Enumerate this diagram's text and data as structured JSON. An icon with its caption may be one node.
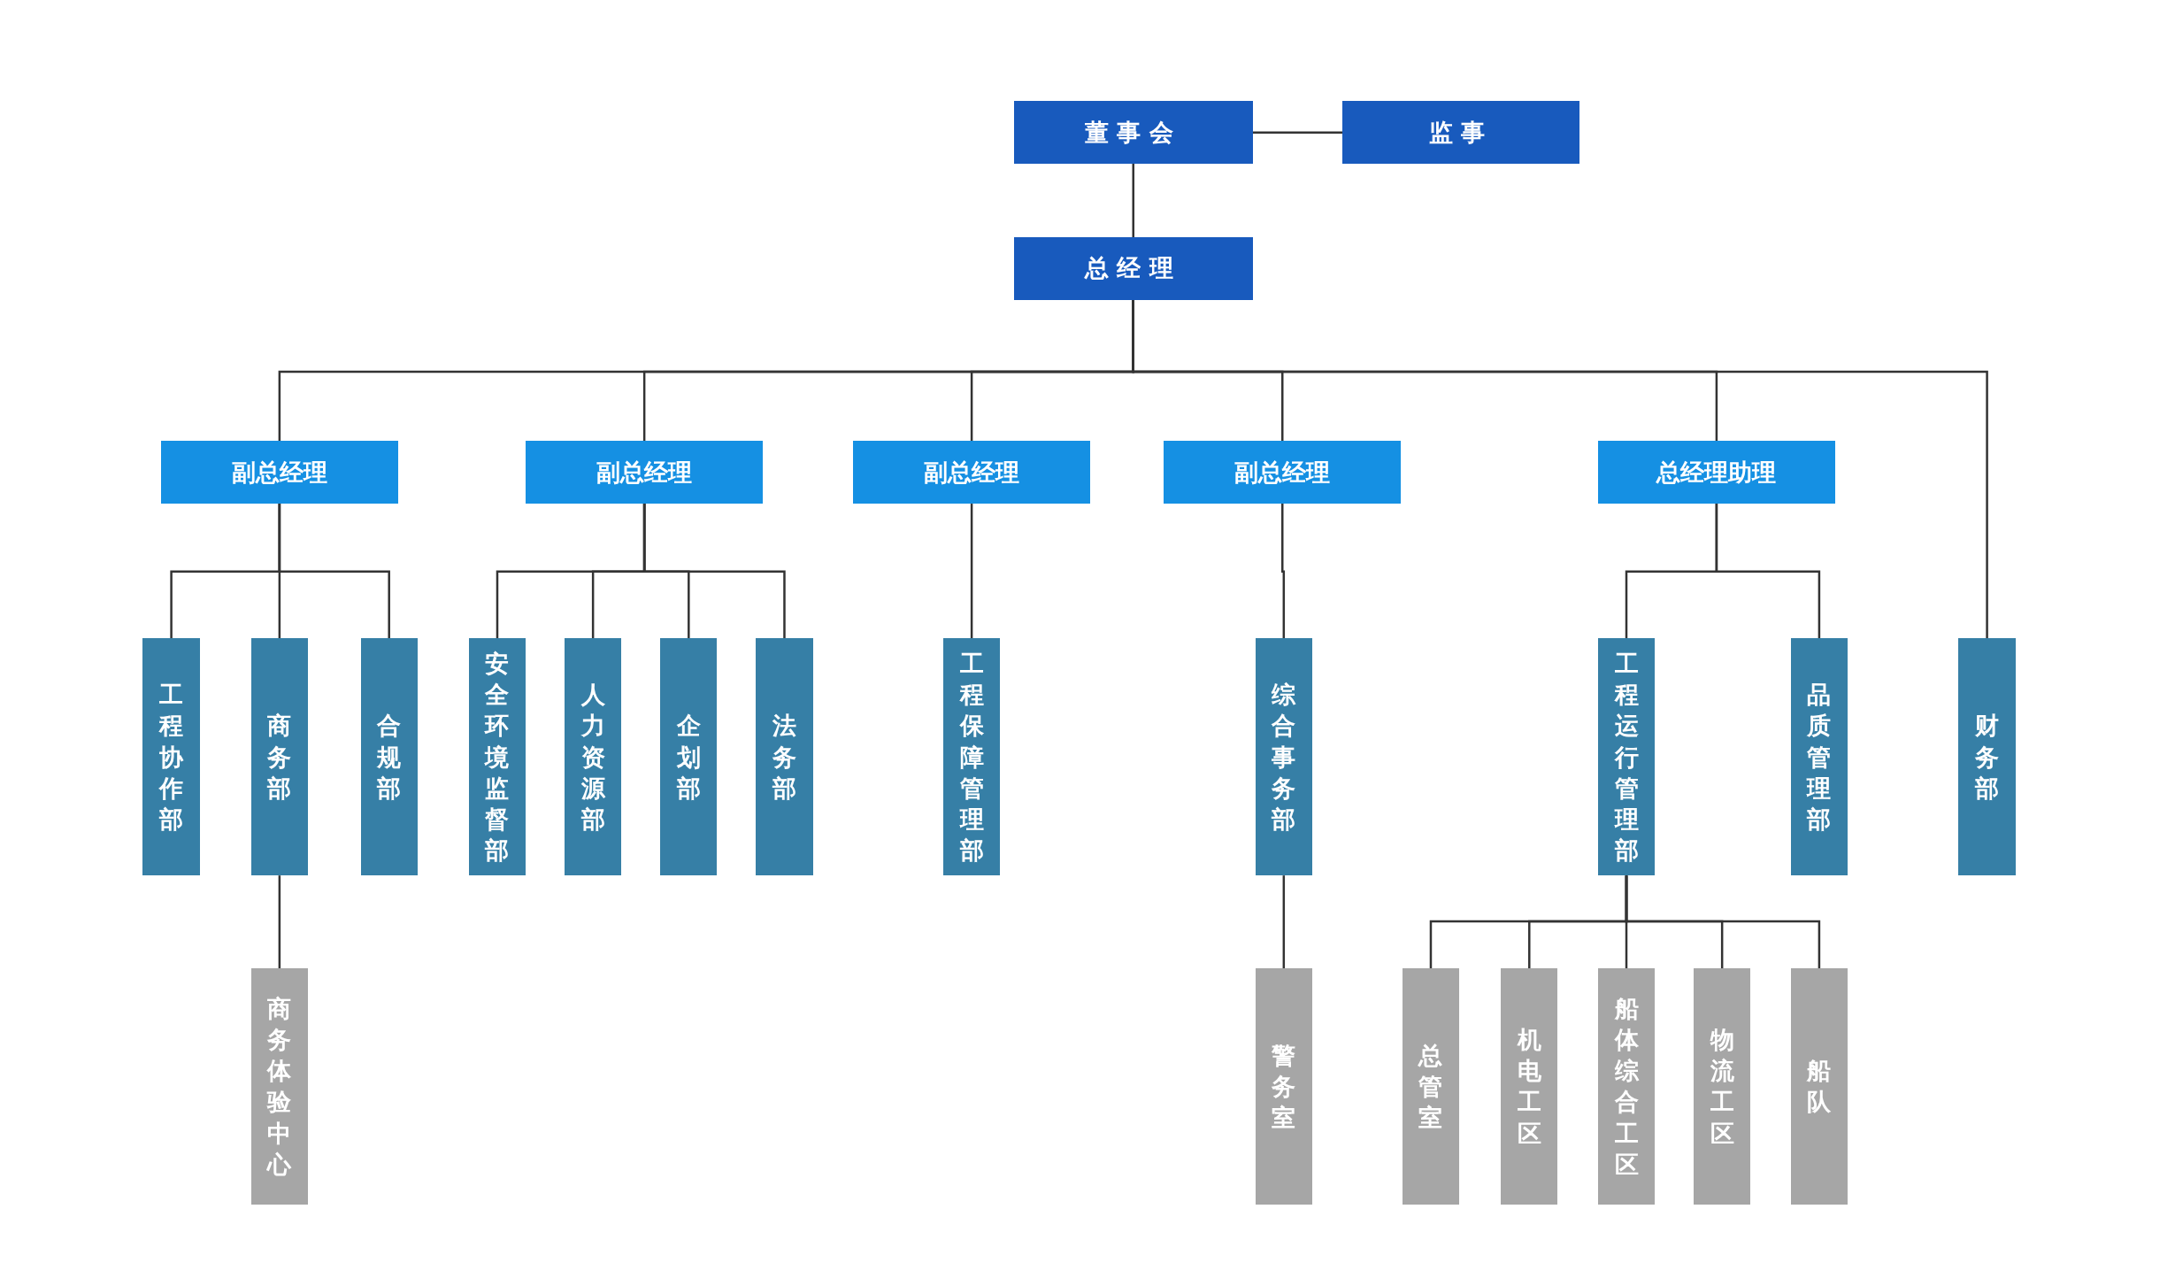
{
  "diagram": {
    "nodes": [
      {
        "text": [
          "董事会"
        ]
      },
      {
        "text": [
          "监事"
        ]
      },
      {
        "text": [
          "总经理"
        ]
      },
      {
        "text": [
          "副总经理"
        ]
      },
      {
        "text": [
          "副总经理"
        ]
      },
      {
        "text": [
          "副总经理"
        ]
      },
      {
        "text": [
          "副总经理"
        ]
      },
      {
        "text": [
          "总经理助理"
        ]
      },
      {
        "text": [
          "工程协作部"
        ]
      },
      {
        "text": [
          "商务部"
        ]
      },
      {
        "text": [
          "合规部"
        ]
      },
      {
        "text": [
          "安全环境监督部"
        ]
      },
      {
        "text": [
          "人力资源部"
        ]
      },
      {
        "text": [
          "企划部"
        ]
      },
      {
        "text": [
          "法务部"
        ]
      },
      {
        "text": [
          "工程保障管理部"
        ]
      },
      {
        "text": [
          "综合事务部"
        ]
      },
      {
        "text": [
          "工程运行管理部"
        ]
      },
      {
        "text": [
          "品质管理部"
        ]
      },
      {
        "text": [
          "财务部"
        ]
      },
      {
        "text": [
          "商务体验中心"
        ]
      },
      {
        "text": [
          "警务室"
        ]
      },
      {
        "text": [
          "总管室"
        ]
      },
      {
        "text": [
          "机电工区"
        ]
      },
      {
        "text": [
          "船体综合工区"
        ]
      },
      {
        "text": [
          "物流工区"
        ]
      },
      {
        "text": [
          "船队"
        ]
      }
    ],
    "edges": [
      {
        "from": 0,
        "to": 1,
        "arrow": "none"
      },
      {
        "from": 0,
        "to": 2,
        "arrow": "none"
      },
      {
        "from": 2,
        "to": 3,
        "arrow": "none"
      },
      {
        "from": 2,
        "to": 4,
        "arrow": "none"
      },
      {
        "from": 2,
        "to": 5,
        "arrow": "none"
      },
      {
        "from": 2,
        "to": 6,
        "arrow": "none"
      },
      {
        "from": 2,
        "to": 7,
        "arrow": "none"
      },
      {
        "from": 2,
        "to": 19,
        "arrow": "none"
      },
      {
        "from": 3,
        "to": 8,
        "arrow": "none"
      },
      {
        "from": 3,
        "to": 9,
        "arrow": "none"
      },
      {
        "from": 3,
        "to": 10,
        "arrow": "none"
      },
      {
        "from": 4,
        "to": 11,
        "arrow": "none"
      },
      {
        "from": 4,
        "to": 12,
        "arrow": "none"
      },
      {
        "from": 4,
        "to": 13,
        "arrow": "none"
      },
      {
        "from": 4,
        "to": 14,
        "arrow": "none"
      },
      {
        "from": 5,
        "to": 15,
        "arrow": "none"
      },
      {
        "from": 6,
        "to": 16,
        "arrow": "none"
      },
      {
        "from": 7,
        "to": 17,
        "arrow": "none"
      },
      {
        "from": 7,
        "to": 18,
        "arrow": "none"
      },
      {
        "from": 9,
        "to": 20,
        "arrow": "none"
      },
      {
        "from": 16,
        "to": 21,
        "arrow": "none"
      },
      {
        "from": 17,
        "to": 22,
        "arrow": "none"
      },
      {
        "from": 17,
        "to": 23,
        "arrow": "none"
      },
      {
        "from": 17,
        "to": 24,
        "arrow": "none"
      },
      {
        "from": 17,
        "to": 25,
        "arrow": "none"
      },
      {
        "from": 17,
        "to": 26,
        "arrow": "none"
      }
    ]
  }
}
